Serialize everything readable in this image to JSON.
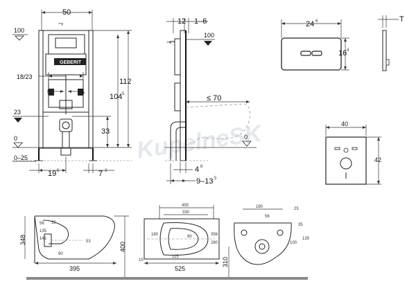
{
  "frame_front": {
    "width_label": "50",
    "top_level": "100",
    "flush_label": "18/23",
    "offset_left": "5",
    "offset_right": "5",
    "height_total": "112",
    "height_frame_main": "104",
    "height_frame_sup": "5",
    "level_23": "23",
    "height_33": "33",
    "floor_level": "0",
    "floor_range": "0–25",
    "bottom_left_main": "19",
    "bottom_left_sup": "5",
    "bottom_right_main": "7",
    "bottom_right_sup": "3",
    "logo": "GEBERIT"
  },
  "frame_side": {
    "top_12": "12",
    "top_range": "1–6",
    "level_100": "100",
    "depth_max": "≤ 70",
    "floor_level": "0",
    "depth_main": "4",
    "depth_sup": "8",
    "depth_range_main": "9–13",
    "depth_range_sup": "5"
  },
  "flush_plate": {
    "width_main": "24",
    "width_sup": "6",
    "height_main": "16",
    "height_sup": "4",
    "thickness": "T"
  },
  "wall_plate": {
    "width": "40",
    "height": "42"
  },
  "watermark": "KupelneSK",
  "bowl_side": {
    "height_348": "348",
    "height_400": "400",
    "length": "395",
    "d_56": "56",
    "d_135": "135",
    "d_145": "145",
    "d_53": "53",
    "d_35": "35",
    "d_90": "90"
  },
  "bowl_top": {
    "w_455": "455",
    "w_330": "330",
    "w_525": "525",
    "d_180": "180",
    "d_90": "90",
    "d_356": "356",
    "d_280": "280",
    "d_115": "115",
    "d_15": "15"
  },
  "bowl_back": {
    "w_180": "180",
    "d_25": "25",
    "d_56": "56",
    "d_35": "35",
    "d_100": "100",
    "d_135": "135",
    "h_310": "310"
  }
}
